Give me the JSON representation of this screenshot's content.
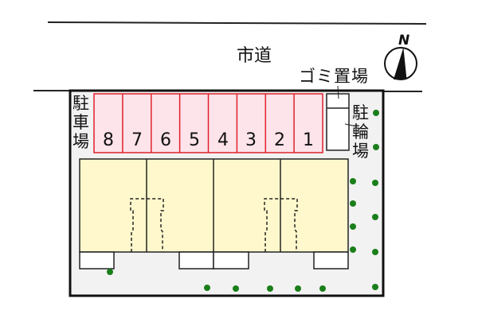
{
  "road": {
    "label": "市道"
  },
  "trash_area": {
    "label": "ゴミ置場"
  },
  "parking": {
    "label_chars": [
      "駐",
      "車",
      "場"
    ],
    "slots": [
      {
        "number": "8"
      },
      {
        "number": "7"
      },
      {
        "number": "6"
      },
      {
        "number": "5"
      },
      {
        "number": "4"
      },
      {
        "number": "3"
      },
      {
        "number": "2"
      },
      {
        "number": "1"
      }
    ],
    "color_fill": "#fde3ea",
    "color_stroke": "#e0202a"
  },
  "bicycle_parking": {
    "label_chars": [
      "駐",
      "輪",
      "場"
    ]
  },
  "compass": {
    "label": "N"
  },
  "buildings": {
    "units": 4,
    "color_fill": "#fff8cc"
  },
  "site": {
    "color_fill": "#f2f2f2"
  },
  "trees": {
    "color": "#1a7f1a"
  }
}
